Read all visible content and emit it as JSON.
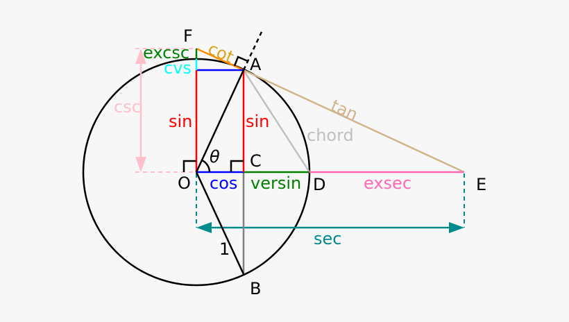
{
  "points": {
    "O": "O",
    "A": "A",
    "B": "B",
    "C": "C",
    "D": "D",
    "E": "E",
    "F": "F"
  },
  "labels": {
    "sin_left": "sin",
    "sin_right": "sin",
    "cos": "cos",
    "versin": "versin",
    "exsec": "exsec",
    "sec": "sec",
    "tan": "tan",
    "cot": "cot",
    "chord": "chord",
    "csc": "csc",
    "excsc": "excsc",
    "cvs": "cvs",
    "theta": "θ",
    "radius": "1"
  },
  "colors": {
    "background": "#f7f7f7",
    "circle": "#000000",
    "sin": "#ff0000",
    "cos": "#0000ff",
    "versin": "#008000",
    "exsec": "#ff69b4",
    "sec": "#008b8b",
    "tan": "#d2b48c",
    "cot": "#ff8c00",
    "cot_label": "#daa520",
    "chord": "#c0c0c0",
    "csc": "#ffc0cb",
    "excsc": "#008000",
    "cvs": "#00ffff"
  }
}
